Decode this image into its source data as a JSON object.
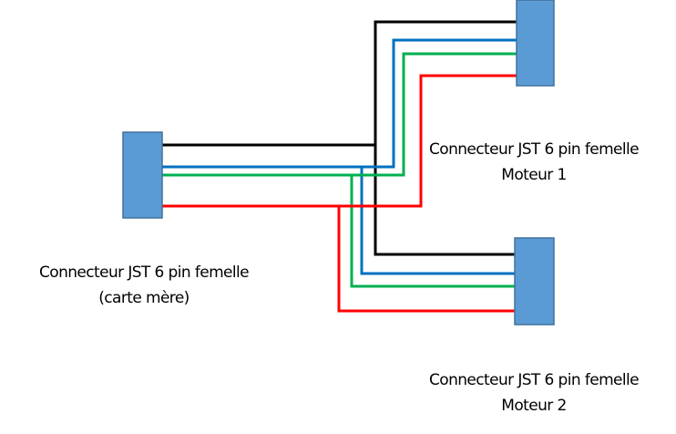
{
  "diagram": {
    "colors": {
      "connector_fill": "#5B9BD5",
      "connector_border": "#41719C",
      "wire_black": "#000000",
      "wire_blue": "#0070C0",
      "wire_green": "#00B050",
      "wire_red": "#FF0000"
    },
    "connectors": [
      {
        "id": "main",
        "name": "motherboard-connector",
        "label_line1": "Connecteur JST 6 pin femelle",
        "label_line2": "(carte mère)"
      },
      {
        "id": "m1",
        "name": "motor1-connector",
        "label_line1": "Connecteur JST 6 pin femelle",
        "label_line2": "Moteur 1"
      },
      {
        "id": "m2",
        "name": "motor2-connector",
        "label_line1": "Connecteur JST 6 pin femelle",
        "label_line2": "Moteur 2"
      }
    ],
    "wires": [
      {
        "color": "wire_black",
        "name": "black-wire",
        "from": "main",
        "to": [
          "m1",
          "m2"
        ]
      },
      {
        "color": "wire_blue",
        "name": "blue-wire",
        "from": "main",
        "to": [
          "m1",
          "m2"
        ]
      },
      {
        "color": "wire_green",
        "name": "green-wire",
        "from": "main",
        "to": [
          "m1",
          "m2"
        ]
      },
      {
        "color": "wire_red",
        "name": "red-wire",
        "from": "main",
        "to": [
          "m1",
          "m2"
        ]
      }
    ]
  }
}
